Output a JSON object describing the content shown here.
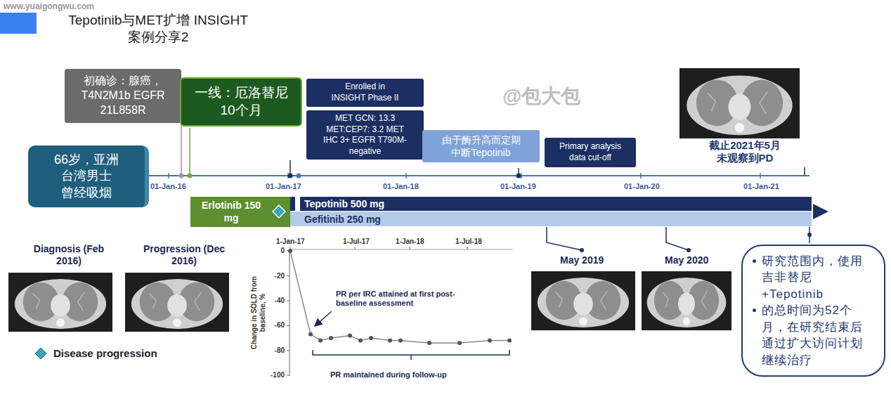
{
  "diagram": {
    "title": "Tepotinib与MET扩增 INSIGHT 案例分享2",
    "nodes": [
      {
        "text": [
          "初确诊：腺癌， T4N2M1b EGFR 21L858R"
        ]
      },
      {
        "text": [
          "一线：厄洛替尼 10个月"
        ]
      },
      {
        "text": [
          "66岁，亚洲 台湾男士 曾经吸烟"
        ]
      },
      {
        "text": [
          "Enrolled in INSIGHT Phase II"
        ]
      },
      {
        "text": [
          "MET GCN: 13.3 MET:CEP7: 3.2 MET IHC 3+ EGFR T790M-negative"
        ]
      },
      {
        "text": [
          "由于酶升高而定期 中断Tepotinib"
        ]
      },
      {
        "text": [
          "Primary analysis data cut-off"
        ]
      },
      {
        "text": [
          "Erlotinib 150 mg"
        ]
      },
      {
        "text": [
          "Tepotinib 500 mg"
        ]
      },
      {
        "text": [
          "Gefitinib 250 mg"
        ]
      },
      {
        "text": [
          "研究范围内，使用吉非替尼+Tepotinib",
          "的总时间为52个月，在研究结束后通过扩大访问计划继续治疗"
        ]
      }
    ],
    "labels": [
      "www.yuaigongwu.com",
      "@包大包",
      "01-Jan-16",
      "01-Jan-17",
      "01-Jan-18",
      "01-Jan-19",
      "01-Jan-20",
      "01-Jan-21",
      "截止2021年5月 未观察到PD",
      "Diagnosis (Feb 2016)",
      "Progression (Dec 2016)",
      "May 2019",
      "May 2020",
      "1-Jan-17",
      "1-Jul-17",
      "1-Jan-18",
      "1-Jul-18",
      "0",
      "-20",
      "-40",
      "-60",
      "-80",
      "-100",
      "Change in SOLD from baseline, %",
      "PR per IRC attained at first post-baseline assessment",
      "PR maintained during follow-up"
    ],
    "legend": [
      {
        "text": "Disease progression"
      }
    ]
  }
}
